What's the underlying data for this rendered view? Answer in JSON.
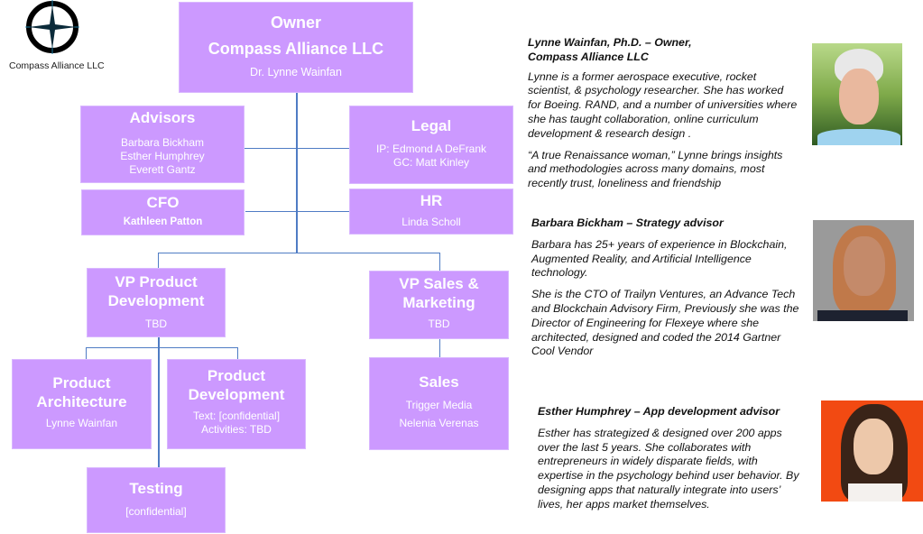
{
  "logo": {
    "icon": "compass-icon",
    "label": "Compass Alliance LLC"
  },
  "org": {
    "owner": {
      "title1": "Owner",
      "title2": "Compass Alliance LLC",
      "name": "Dr. Lynne Wainfan"
    },
    "advisors": {
      "title": "Advisors",
      "members": [
        "Barbara Bickham",
        "Esther Humphrey",
        "Everett Gantz"
      ]
    },
    "legal": {
      "title": "Legal",
      "members": [
        "IP: Edmond A DeFrank",
        "GC: Matt Kinley"
      ]
    },
    "cfo": {
      "title": "CFO",
      "name": "Kathleen Patton"
    },
    "hr": {
      "title": "HR",
      "name": "Linda Scholl"
    },
    "vp_product": {
      "title1": "VP Product",
      "title2": "Development",
      "name": "TBD"
    },
    "vp_sales": {
      "title1": "VP Sales &",
      "title2": "Marketing",
      "name": "TBD"
    },
    "product_architecture": {
      "title1": "Product",
      "title2": "Architecture",
      "name": "Lynne Wainfan"
    },
    "product_development": {
      "title1": "Product",
      "title2": "Development",
      "lines": [
        "Text: [confidential]",
        "Activities: TBD"
      ]
    },
    "sales": {
      "title": "Sales",
      "members": [
        "Trigger Media",
        "Nelenia Verenas"
      ]
    },
    "testing": {
      "title": "Testing",
      "name": "[confidential]"
    }
  },
  "bios": [
    {
      "heading1": "Lynne Wainfan, Ph.D. – Owner,",
      "heading2": "Compass Alliance LLC",
      "paragraphs": [
        "Lynne is a former aerospace executive, rocket scientist, & psychology researcher. She has worked for Boeing. RAND, and  a number of universities where she has taught collaboration, online curriculum development & research design .",
        "“A true Renaissance woman,” Lynne brings insights and methodologies across many domains, most recently trust, loneliness and friendship"
      ],
      "photo": "portrait-photo-lynne"
    },
    {
      "heading1": "Barbara Bickham – Strategy advisor",
      "paragraphs": [
        "Barbara has 25+ years of experience in Blockchain, Augmented Reality, and Artificial Intelligence technology.",
        "She is the CTO of Trailyn Ventures, an Advance Tech and Blockchain Advisory Firm, Previously she was the Director of Engineering for Flexeye where she architected, designed and coded the 2014 Gartner Cool Vendor"
      ],
      "photo": "portrait-photo-barbara"
    },
    {
      "heading1": "Esther Humphrey – App development advisor",
      "paragraphs": [
        "Esther has strategized & designed over 200 apps over the last 5 years. She collaborates with entrepreneurs in widely disparate fields, with expertise in the psychology behind user behavior. By designing apps that naturally integrate into users’ lives, her apps market themselves."
      ],
      "photo": "portrait-photo-esther"
    }
  ]
}
